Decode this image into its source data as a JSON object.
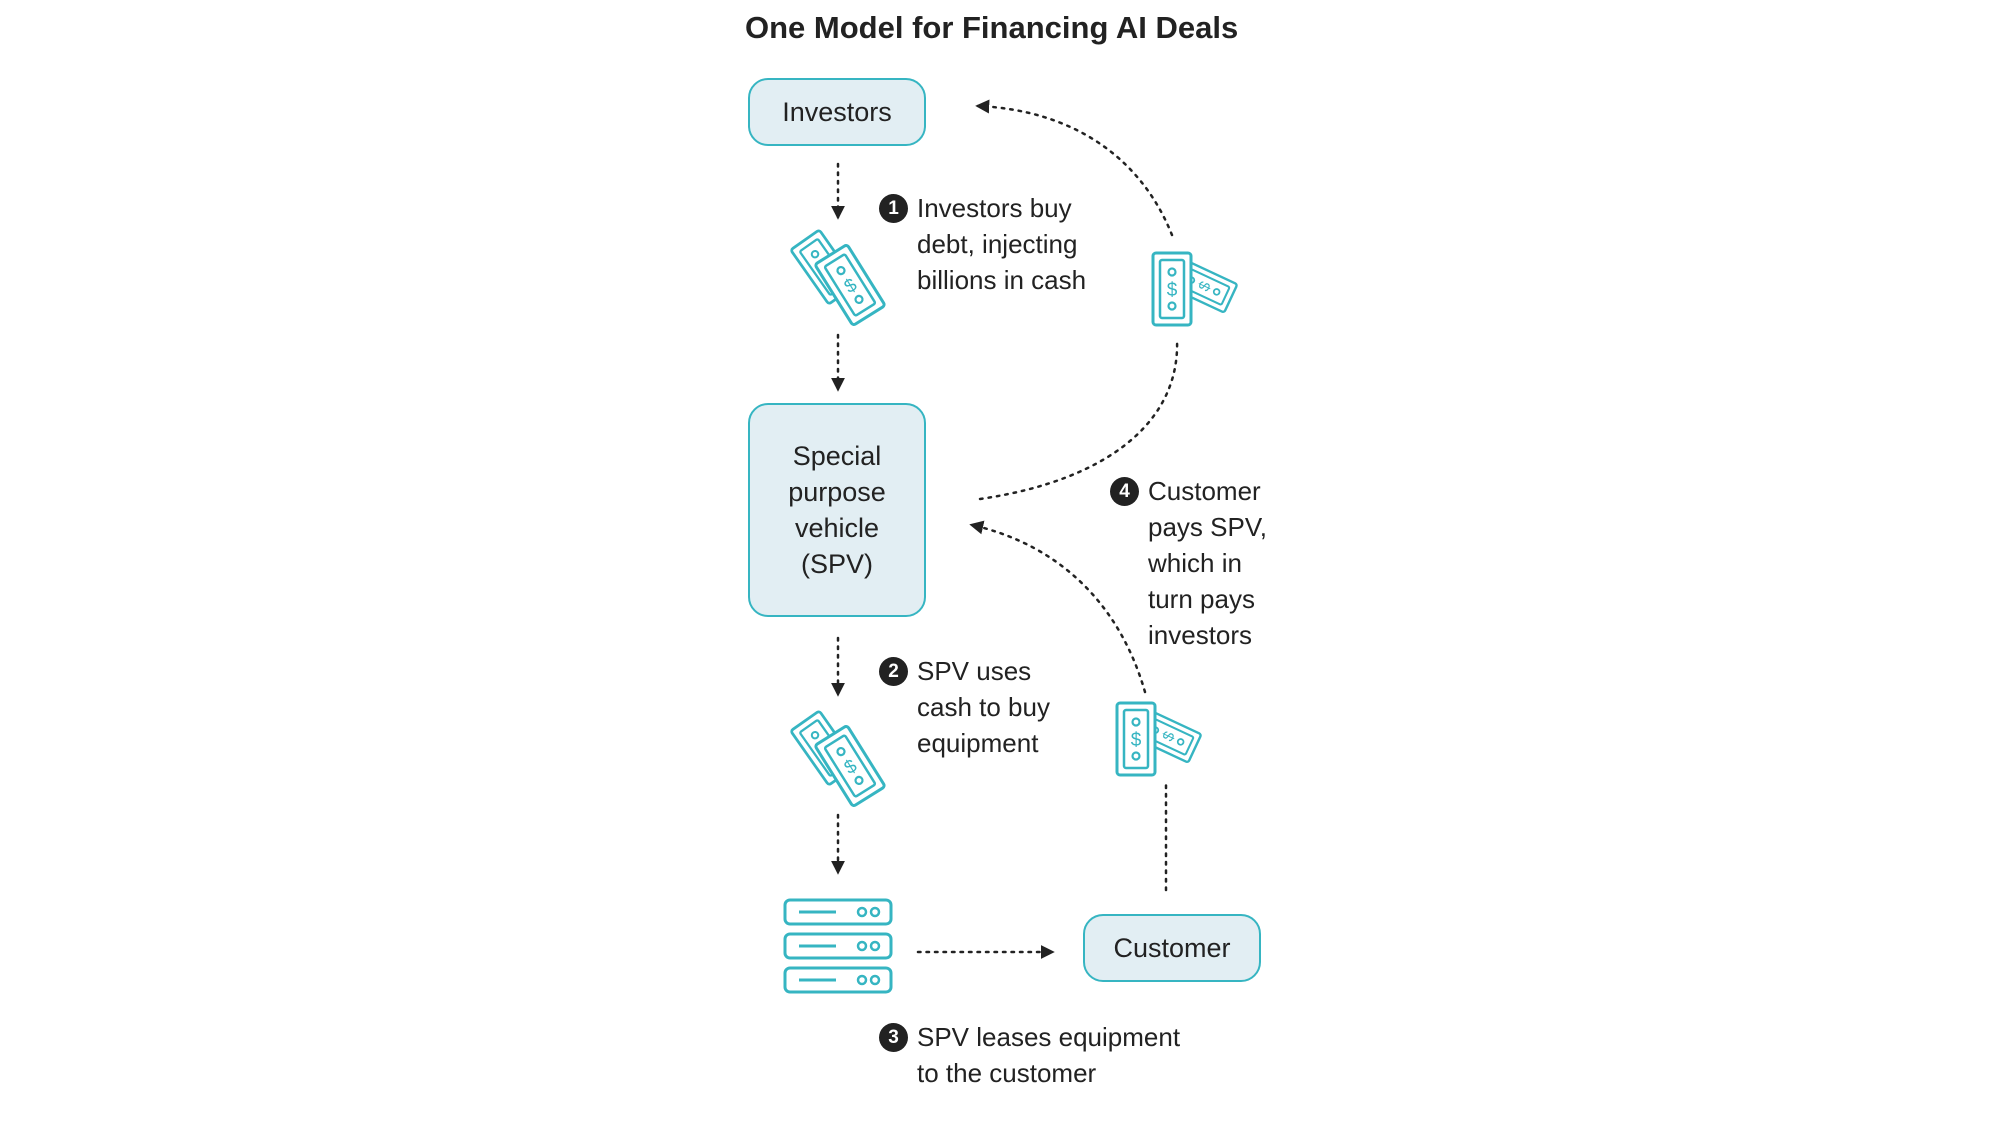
{
  "title": "One Model for Financing AI Deals",
  "nodes": {
    "investors": "Investors",
    "spv_lines": [
      "Special",
      "purpose",
      "vehicle",
      "(SPV)"
    ],
    "customer": "Customer"
  },
  "steps": [
    {
      "number": "1",
      "lines": [
        "Investors buy",
        "debt, injecting",
        "billions in cash"
      ]
    },
    {
      "number": "2",
      "lines": [
        "SPV uses",
        "cash to buy",
        "equipment"
      ]
    },
    {
      "number": "3",
      "lines": [
        "SPV leases equipment",
        "to the customer"
      ]
    },
    {
      "number": "4",
      "lines": [
        "Customer",
        "pays SPV,",
        "which in",
        "turn pays",
        "investors"
      ]
    }
  ],
  "icons": [
    "cash-icon",
    "cash-icon",
    "cash-icon",
    "cash-icon",
    "server-rack-icon"
  ],
  "colors": {
    "accent": "#36b5c2",
    "box_fill": "#e2eef3",
    "text": "#222222"
  }
}
